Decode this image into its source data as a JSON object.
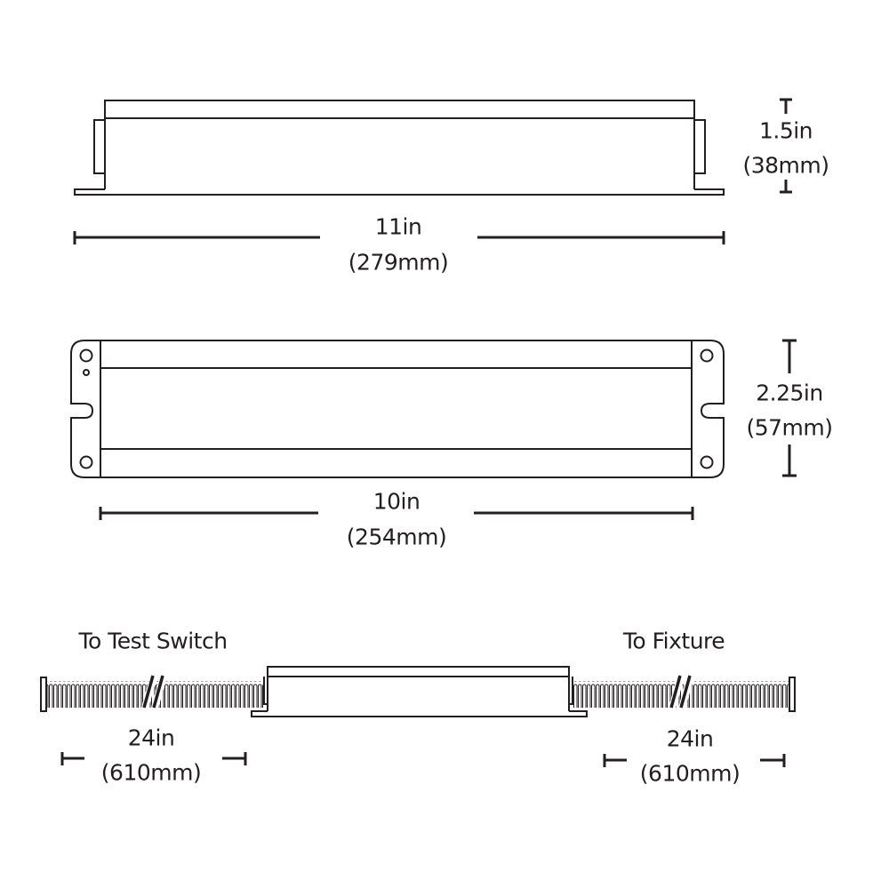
{
  "colors": {
    "line": "#231f20",
    "background": "#ffffff"
  },
  "side_view": {
    "height_in": "1.5in",
    "height_mm": "(38mm)",
    "length_in": "11in",
    "length_mm": "(279mm)"
  },
  "top_view": {
    "height_in": "2.25in",
    "height_mm": "(57mm)",
    "length_in": "10in",
    "length_mm": "(254mm)"
  },
  "wiring_view": {
    "left_label": "To Test Switch",
    "right_label": "To Fixture",
    "left_length_in": "24in",
    "left_length_mm": "(610mm)",
    "right_length_in": "24in",
    "right_length_mm": "(610mm)"
  }
}
